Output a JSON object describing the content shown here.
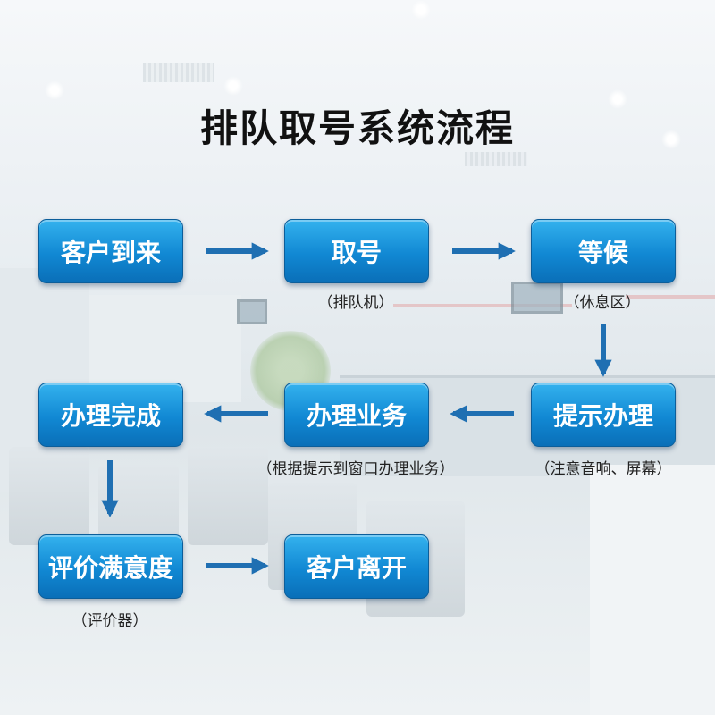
{
  "title": "排队取号系统流程",
  "colors": {
    "box_top": "#34b2ee",
    "box_bottom": "#0a6fb8",
    "arrow": "#1f6fb2"
  },
  "nodes": {
    "arrive": {
      "label": "客户到来"
    },
    "ticket": {
      "label": "取号",
      "note": "（排队机）"
    },
    "wait": {
      "label": "等候",
      "note": "（休息区）"
    },
    "prompt": {
      "label": "提示办理",
      "note": "（注意音响、屏幕）"
    },
    "business": {
      "label": "办理业务",
      "note": "（根据提示到窗口办理业务）"
    },
    "complete": {
      "label": "办理完成"
    },
    "evaluate": {
      "label": "评价满意度",
      "note": "（评价器）"
    },
    "leave": {
      "label": "客户离开"
    }
  }
}
